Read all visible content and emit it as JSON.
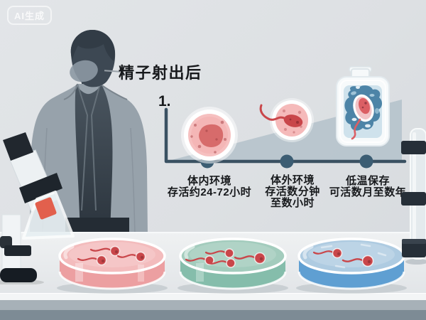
{
  "watermark": "AI生成",
  "header": {
    "title": "精子射出后",
    "step_number": "1."
  },
  "stages": [
    {
      "env": "体内环境",
      "duration_line1": "存活约24-72小时",
      "duration_line2": "",
      "icon": "ovum-cell-icon"
    },
    {
      "env": "体外环境",
      "duration_line1": "存活数分钟",
      "duration_line2": "至数小时",
      "icon": "sperm-cell-icon"
    },
    {
      "env": "低温保存",
      "duration_line1": "可活数月至数年",
      "duration_line2": "",
      "icon": "cryo-storage-bag-icon"
    }
  ],
  "chart_data": {
    "type": "area",
    "categories": [
      "体内环境",
      "体外环境",
      "低温保存"
    ],
    "values_text": [
      "存活约24-72小时",
      "存活数分钟至数小时",
      "可活数月至数年"
    ],
    "trend": "increasing-survival-time",
    "legend": "none",
    "axis_tick_labels": "none"
  },
  "scene": {
    "petri_dishes": [
      {
        "name": "petri-dish-pink",
        "sperm_count": 3
      },
      {
        "name": "petri-dish-green",
        "sperm_count": 4
      },
      {
        "name": "petri-dish-blue",
        "sperm_count": 2
      }
    ],
    "props": [
      "scientist-silhouette",
      "microscope-icon",
      "flask-icon",
      "lab-stand-icon"
    ]
  },
  "colors": {
    "bg": "#dde0e3",
    "ink": "#17191c",
    "slope": "#b7c4cc",
    "axis": "#3a5162",
    "dot": "#3c5d73",
    "coat": "#97a2ab",
    "figure": "#3d4853",
    "red": "#c9464a",
    "bagBlue": "#4d84a7",
    "dish1Top": "#f3bcbd",
    "dish1Side": "#ec9fa1",
    "dish2Top": "#a3ccbd",
    "dish2Side": "#85bdab",
    "dish3Top": "#aecbe1",
    "dish3Side": "#5f9fd2",
    "tableMid": "#a7b1b8",
    "tableDark": "#7d8b95"
  }
}
